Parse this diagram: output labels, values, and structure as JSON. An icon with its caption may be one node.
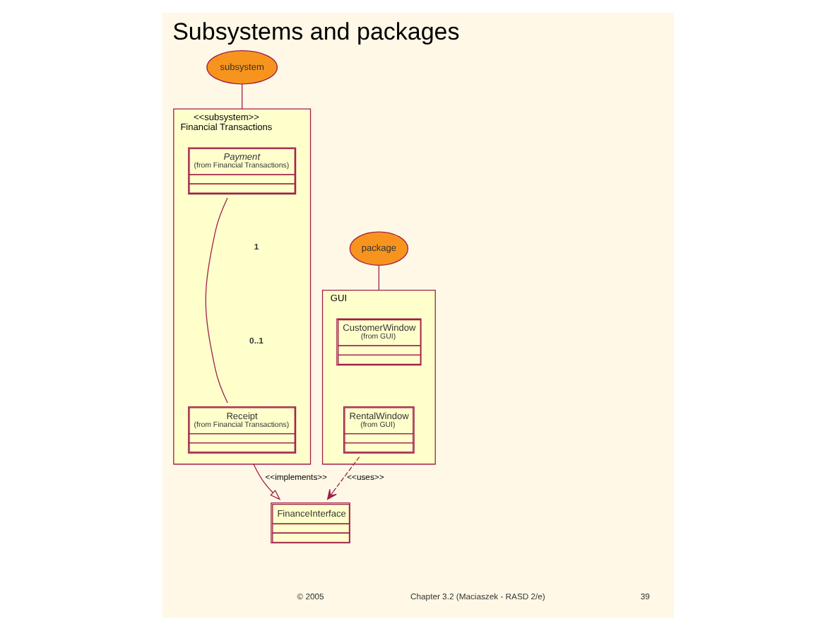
{
  "diagram": {
    "title": "Subsystems and packages",
    "nodes": [
      {
        "text": [
          "subsystem"
        ]
      },
      {
        "text": [
          "<<subsystem>>",
          "Financial Transactions"
        ]
      },
      {
        "text": [
          "Payment",
          "(from Financial Transactions)"
        ],
        "in": 1
      },
      {
        "text": [
          "Receipt",
          "(from Financial Transactions)"
        ],
        "in": 1
      },
      {
        "text": [
          "package"
        ]
      },
      {
        "text": [
          "GUI"
        ]
      },
      {
        "text": [
          "CustomerWindow",
          "(from GUI)"
        ],
        "in": 5
      },
      {
        "text": [
          "RentalWindow",
          "(from GUI)"
        ],
        "in": 5
      },
      {
        "text": [
          "FinanceInterface"
        ]
      }
    ],
    "edges": [
      {
        "from": 0,
        "to": 1,
        "arrow": "none"
      },
      {
        "from": 2,
        "to": 3,
        "arrow": "none"
      },
      {
        "from": 4,
        "to": 5,
        "arrow": "none"
      },
      {
        "from": 1,
        "to": 8,
        "arrow": "to",
        "label": "<<implements>>"
      },
      {
        "from": 7,
        "to": 8,
        "arrow": "to",
        "label": "<<uses>>",
        "style": "dashed"
      }
    ],
    "labels": [
      "1",
      "0..1",
      "© 2005",
      "Chapter 3.2 (Maciaszek - RASD 2/e)",
      "39"
    ]
  }
}
